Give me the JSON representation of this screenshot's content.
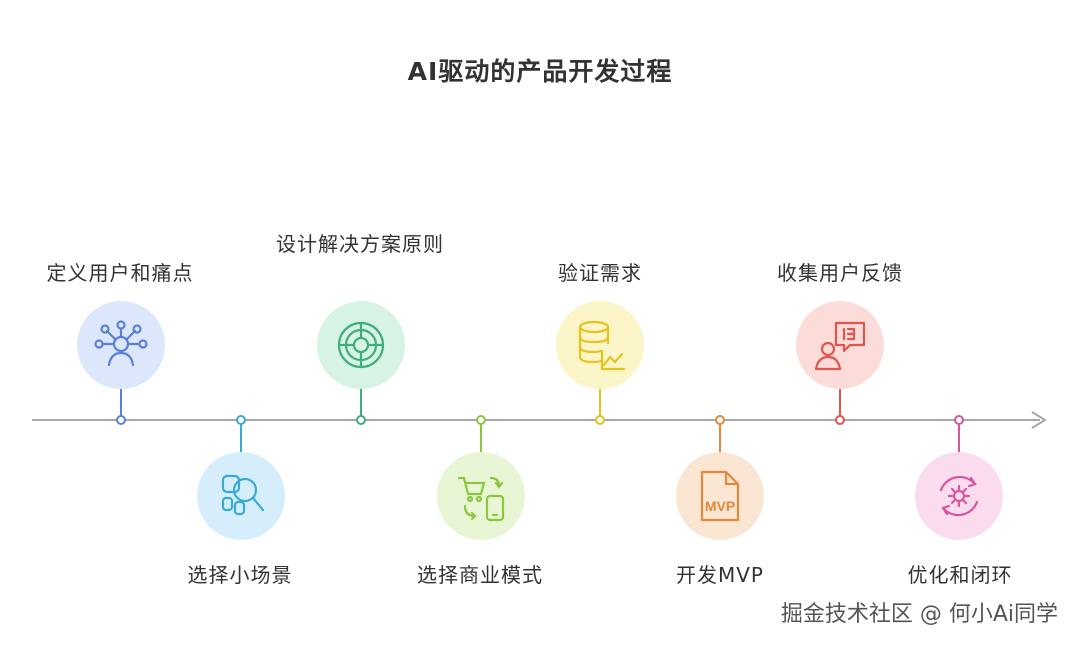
{
  "title": "AI驱动的产品开发过程",
  "steps": [
    {
      "label": "定义用户和痛点",
      "color": "#5b7fd6",
      "bg": "#dde7fb",
      "icon": "user-network-icon"
    },
    {
      "label": "选择小场景",
      "color": "#3aa9d6",
      "bg": "#d6eefb",
      "icon": "search-scene-icon"
    },
    {
      "label": "设计解决方案原则",
      "color": "#3fae7a",
      "bg": "#d6f3e3",
      "icon": "target-wheel-icon"
    },
    {
      "label": "选择商业模式",
      "color": "#8cc63f",
      "bg": "#e8f6d6",
      "icon": "cart-phone-icon"
    },
    {
      "label": "验证需求",
      "color": "#e6c21f",
      "bg": "#fbf5c8",
      "icon": "database-chart-icon"
    },
    {
      "label": "开发MVP",
      "color": "#e0883c",
      "bg": "#fbe6d3",
      "icon": "mvp-document-icon"
    },
    {
      "label": "收集用户反馈",
      "color": "#e0554f",
      "bg": "#fbdcd9",
      "icon": "feedback-user-icon"
    },
    {
      "label": "优化和闭环",
      "color": "#d6569e",
      "bg": "#fadcee",
      "icon": "gear-cycle-icon"
    }
  ],
  "icon_text": {
    "mvp": "MVP"
  },
  "watermark": "掘金技术社区 @ 何小Ai同学"
}
